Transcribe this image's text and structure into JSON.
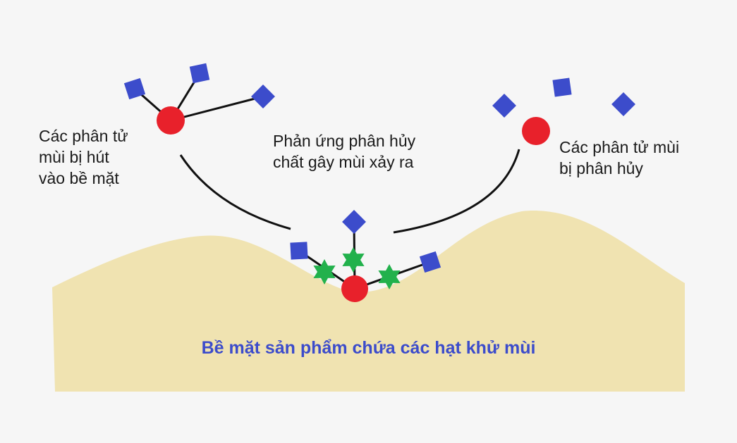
{
  "labels": {
    "adsorbed": [
      "Các phân tử",
      "mùi bị hút",
      "vào bề mặt"
    ],
    "reaction": [
      "Phản ứng phân hủy",
      "chất gây mùi xảy ra"
    ],
    "decomposed": [
      "Các phân tử mùi",
      "bị phân hủy"
    ]
  },
  "surface_caption": "Bề mặt sản phẩm chứa các hạt khử mùi",
  "colors": {
    "background": "#f6f6f6",
    "surface": "#f0e3b1",
    "odor_molecule": "#e8212b",
    "fragment": "#3c4ccb",
    "catalyst": "#22b14c",
    "line": "#111111",
    "caption": "#3c4ccb"
  },
  "shapes": {
    "odor_molecule": "red-circle",
    "fragment": "blue-diamond",
    "catalyst": "green-star"
  }
}
